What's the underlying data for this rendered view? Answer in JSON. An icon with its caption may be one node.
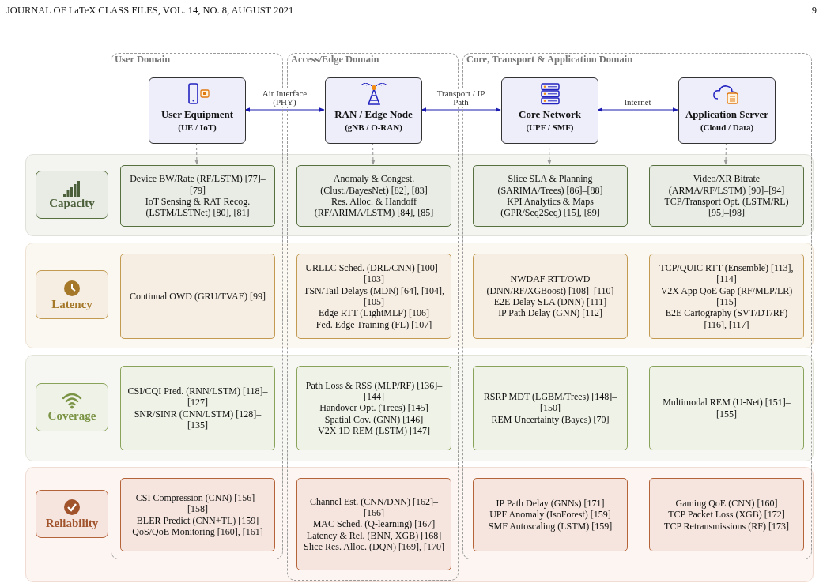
{
  "diagram": {
    "nodes": [
      {
        "text": [
          "User Domain"
        ]
      },
      {
        "text": [
          "Access/Edge Domain"
        ]
      },
      {
        "text": [
          "Core, Transport & Application Domain"
        ]
      },
      {
        "text": [
          "User Equipment",
          "(UE / IoT)"
        ],
        "in": 0
      },
      {
        "text": [
          "RAN / Edge Node",
          "(gNB / O-RAN)"
        ],
        "in": 1
      },
      {
        "text": [
          "Core Network",
          "(UPF / SMF)"
        ],
        "in": 2
      },
      {
        "text": [
          "Application Server",
          "(Cloud / Data)"
        ],
        "in": 2
      },
      {
        "text": [
          "Capacity"
        ]
      },
      {
        "text": [
          "Device BW/Rate (RF/LSTM) [77]–[79]",
          "IoT Sensing & RAT Recog. (LSTM/LSTNet) [80], [81]"
        ],
        "in": 0
      },
      {
        "text": [
          "Anomaly & Congest. (Clust./BayesNet) [82], [83]",
          "Res. Alloc. & Handoff (RF/ARIMA/LSTM) [84], [85]"
        ],
        "in": 1
      },
      {
        "text": [
          "Slice SLA & Planning (SARIMA/Trees) [86]–[88]",
          "KPI Analytics & Maps (GPR/Seq2Seq) [15], [89]"
        ],
        "in": 2
      },
      {
        "text": [
          "Video/XR Bitrate (ARMA/RF/LSTM) [90]–[94]",
          "TCP/Transport Opt. (LSTM/RL) [95]–[98]"
        ],
        "in": 2
      },
      {
        "text": [
          "Latency"
        ]
      },
      {
        "text": [
          "Continual OWD (GRU/TVAE) [99]"
        ],
        "in": 0
      },
      {
        "text": [
          "URLLC Sched. (DRL/CNN) [100]–[103]",
          "TSN/Tail Delays (MDN) [64], [104], [105]",
          "Edge RTT (LightMLP) [106]",
          "Fed. Edge Training (FL) [107]"
        ],
        "in": 1
      },
      {
        "text": [
          "NWDAF RTT/OWD (DNN/RF/XGBoost) [108]–[110]",
          "E2E Delay SLA (DNN) [111]",
          "IP Path Delay (GNN) [112]"
        ],
        "in": 2
      },
      {
        "text": [
          "TCP/QUIC RTT (Ensemble) [113], [114]",
          "V2X App QoE Gap (RF/MLP/LR) [115]",
          "E2E Cartography (SVT/DT/RF) [116], [117]"
        ],
        "in": 2
      },
      {
        "text": [
          "Coverage"
        ]
      },
      {
        "text": [
          "CSI/CQI Pred. (RNN/LSTM) [118]–[127]",
          "SNR/SINR (CNN/LSTM) [128]–[135]"
        ],
        "in": 0
      },
      {
        "text": [
          "Path Loss & RSS (MLP/RF) [136]–[144]",
          "Handover Opt. (Trees) [145]",
          "Spatial Cov. (GNN) [146]",
          "V2X 1D REM (LSTM) [147]"
        ],
        "in": 1
      },
      {
        "text": [
          "RSRP MDT (LGBM/Trees) [148]–[150]",
          "REM Uncertainty (Bayes) [70]"
        ],
        "in": 2
      },
      {
        "text": [
          "Multimodal REM (U-Net) [151]–[155]"
        ],
        "in": 2
      },
      {
        "text": [
          "Reliability"
        ]
      },
      {
        "text": [
          "CSI Compression (CNN) [156]–[158]",
          "BLER Predict (CNN+TL) [159]",
          "QoS/QoE Monitoring [160], [161]"
        ],
        "in": 0
      },
      {
        "text": [
          "Channel Est. (CNN/DNN) [162]–[166]",
          "MAC Sched. (Q-learning) [167]",
          "Latency & Rel. (BNN, XGB) [168]",
          "Slice Res. Alloc. (DQN) [169], [170]"
        ],
        "in": 1
      },
      {
        "text": [
          "IP Path Delay (GNNs) [171]",
          "UPF Anomaly (IsoForest) [159]",
          "SMF Autoscaling (LSTM) [159]"
        ],
        "in": 2
      },
      {
        "text": [
          "Gaming QoE (CNN) [160]",
          "TCP Packet Loss (XGB) [172]",
          "TCP Retransmissions (RF) [173]"
        ],
        "in": 2
      }
    ],
    "edges": [
      {
        "from": 3,
        "to": 4,
        "arrow": "both",
        "label": "Air Interface (PHY)",
        "color": "#1a1ab0"
      },
      {
        "from": 4,
        "to": 5,
        "arrow": "both",
        "label": "Transport / IP Path",
        "color": "#1a1ab0"
      },
      {
        "from": 5,
        "to": 6,
        "arrow": "both",
        "label": "Internet",
        "color": "#1a1ab0"
      },
      {
        "from": 3,
        "to": 8,
        "arrow": "to",
        "style": "dashed"
      },
      {
        "from": 4,
        "to": 9,
        "arrow": "to",
        "style": "dashed"
      },
      {
        "from": 5,
        "to": 10,
        "arrow": "to",
        "style": "dashed"
      },
      {
        "from": 6,
        "to": 11,
        "arrow": "to",
        "style": "dashed"
      }
    ],
    "labels": [
      "JOURNAL OF LaTeX CLASS FILES, VOL. 14, NO. 8, AUGUST 2021",
      "9"
    ]
  }
}
